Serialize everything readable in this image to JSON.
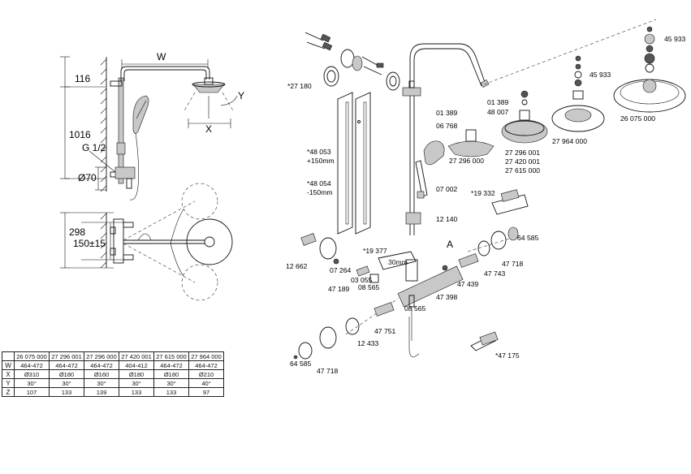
{
  "dimensions": {
    "width": "W",
    "h116": "116",
    "h1016": "1016",
    "thread": "G 1/2",
    "dia70": "Ø70",
    "x": "X",
    "y": "Y",
    "h298": "298",
    "spacing": "150±15"
  },
  "parts": {
    "p27180": "*27 180",
    "p48053": "*48 053",
    "p48053b": "+150mm",
    "p48054": "*48 054",
    "p48054b": "-150mm",
    "p12662": "12 662",
    "p07264": "07 264",
    "p47189": "47 189",
    "p03055": "03 055",
    "p08565a": "08 565",
    "p19377": "*19 377",
    "p01389a": "01 389",
    "p06768": "06 768",
    "p07002": "07 002",
    "p12140": "12 140",
    "p27296a": "27 296 000",
    "p01389b": "01 389",
    "p48007": "48 007",
    "p27296b": "27 296 001",
    "p27420": "27 420 001",
    "p27615": "27 615 000",
    "p27964": "27 964 000",
    "p45933a": "45 933",
    "p45933b": "45 933",
    "p26075": "26 075 000",
    "p19332": "*19 332",
    "p64585a": "64 585",
    "p47718a": "47 718",
    "p47743": "47 743",
    "p47439": "47 439",
    "p47398": "47 398",
    "lblA": "A",
    "p08565b": "08 565",
    "p47751": "47 751",
    "p12433": "12 433",
    "p64585b": "64 585",
    "p47718b": "47 718",
    "p47175": "*47 175"
  },
  "table": {
    "headers": [
      "26 075 000",
      "27 296 001",
      "27 296 000",
      "27 420 001",
      "27 615 000",
      "27 964 000"
    ],
    "rows": [
      {
        "label": "W",
        "values": [
          "464-472",
          "464-472",
          "464-472",
          "404-412",
          "464-472",
          "464-472"
        ]
      },
      {
        "label": "X",
        "values": [
          "Ø310",
          "Ø180",
          "Ø160",
          "Ø180",
          "Ø180",
          "Ø210"
        ]
      },
      {
        "label": "Y",
        "values": [
          "30°",
          "30°",
          "30°",
          "30°",
          "30°",
          "40°"
        ]
      },
      {
        "label": "Z",
        "values": [
          "107",
          "133",
          "139",
          "133",
          "133",
          "97"
        ]
      }
    ]
  }
}
